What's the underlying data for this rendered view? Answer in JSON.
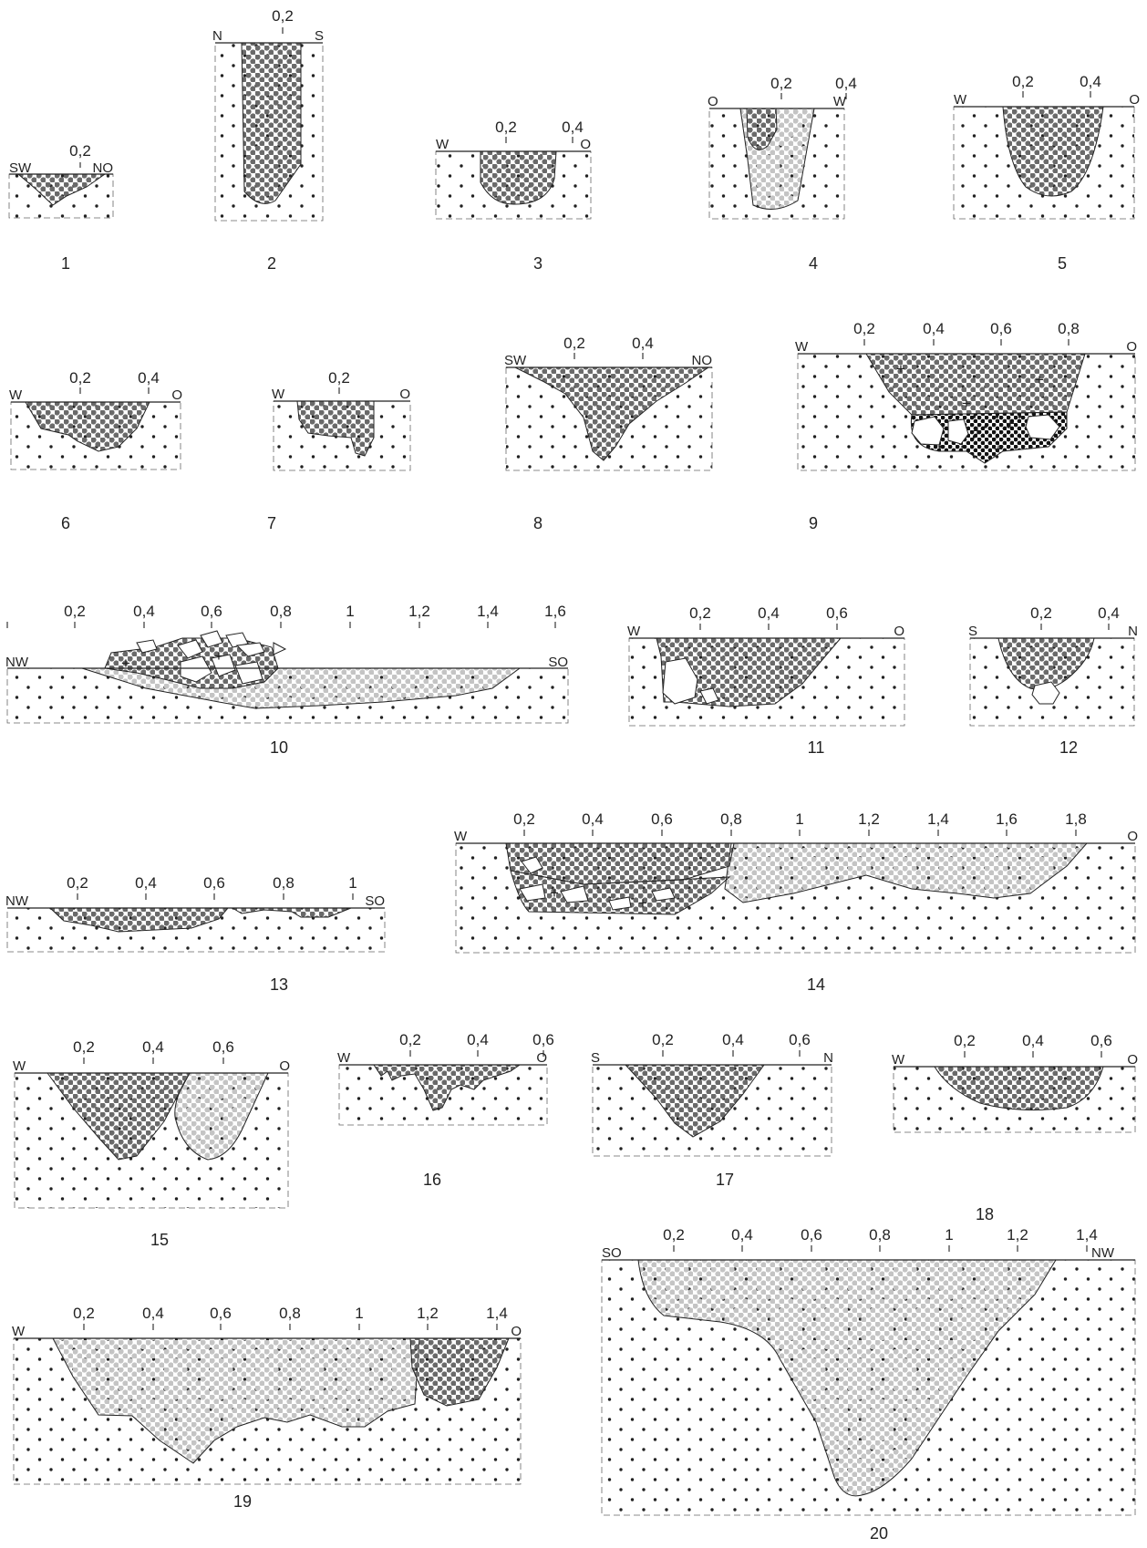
{
  "colors": {
    "dark_fill_dot": "#6a6a6a",
    "light_fill_dot": "#c4c4c4",
    "soil_dot": "#222222",
    "line": "#222222"
  },
  "legend_marks": {
    "cross_symbol": "+"
  },
  "profiles": [
    {
      "number": "1",
      "left": "SW",
      "right": "NO",
      "ticks": [
        "0,2"
      ]
    },
    {
      "number": "2",
      "left": "N",
      "right": "S",
      "ticks": [
        "0,2"
      ]
    },
    {
      "number": "3",
      "left": "W",
      "right": "O",
      "ticks": [
        "0,2",
        "0,4"
      ]
    },
    {
      "number": "4",
      "left": "O",
      "right": "W",
      "ticks": [
        "0,2",
        "0,4"
      ]
    },
    {
      "number": "5",
      "left": "W",
      "right": "O",
      "ticks": [
        "0,2",
        "0,4"
      ]
    },
    {
      "number": "6",
      "left": "W",
      "right": "O",
      "ticks": [
        "0,2",
        "0,4"
      ]
    },
    {
      "number": "7",
      "left": "W",
      "right": "O",
      "ticks": [
        "0,2"
      ]
    },
    {
      "number": "8",
      "left": "SW",
      "right": "NO",
      "ticks": [
        "0,2",
        "0,4"
      ]
    },
    {
      "number": "9",
      "left": "W",
      "right": "O",
      "ticks": [
        "0,2",
        "0,4",
        "0,6",
        "0,8"
      ]
    },
    {
      "number": "10",
      "left": "NW",
      "right": "SO",
      "ticks": [
        "0,2",
        "0,4",
        "0,6",
        "0,8",
        "1",
        "1,2",
        "1,4",
        "1,6"
      ]
    },
    {
      "number": "11",
      "left": "W",
      "right": "O",
      "ticks": [
        "0,2",
        "0,4",
        "0,6"
      ]
    },
    {
      "number": "12",
      "left": "S",
      "right": "N",
      "ticks": [
        "0,2",
        "0,4"
      ]
    },
    {
      "number": "13",
      "left": "NW",
      "right": "SO",
      "ticks": [
        "0,2",
        "0,4",
        "0,6",
        "0,8",
        "1"
      ]
    },
    {
      "number": "14",
      "left": "W",
      "right": "O",
      "ticks": [
        "0,2",
        "0,4",
        "0,6",
        "0,8",
        "1",
        "1,2",
        "1,4",
        "1,6",
        "1,8"
      ]
    },
    {
      "number": "15",
      "left": "W",
      "right": "O",
      "ticks": [
        "0,2",
        "0,4",
        "0,6"
      ]
    },
    {
      "number": "16",
      "left": "W",
      "right": "O",
      "ticks": [
        "0,2",
        "0,4",
        "0,6"
      ]
    },
    {
      "number": "17",
      "left": "S",
      "right": "N",
      "ticks": [
        "0,2",
        "0,4",
        "0,6"
      ]
    },
    {
      "number": "18",
      "left": "W",
      "right": "O",
      "ticks": [
        "0,2",
        "0,4",
        "0,6"
      ]
    },
    {
      "number": "19",
      "left": "W",
      "right": "O",
      "ticks": [
        "0,2",
        "0,4",
        "0,6",
        "0,8",
        "1",
        "1,2",
        "1,4"
      ]
    },
    {
      "number": "20",
      "left": "SO",
      "right": "NW",
      "ticks": [
        "0,2",
        "0,4",
        "0,6",
        "0,8",
        "1",
        "1,2",
        "1,4"
      ]
    }
  ]
}
